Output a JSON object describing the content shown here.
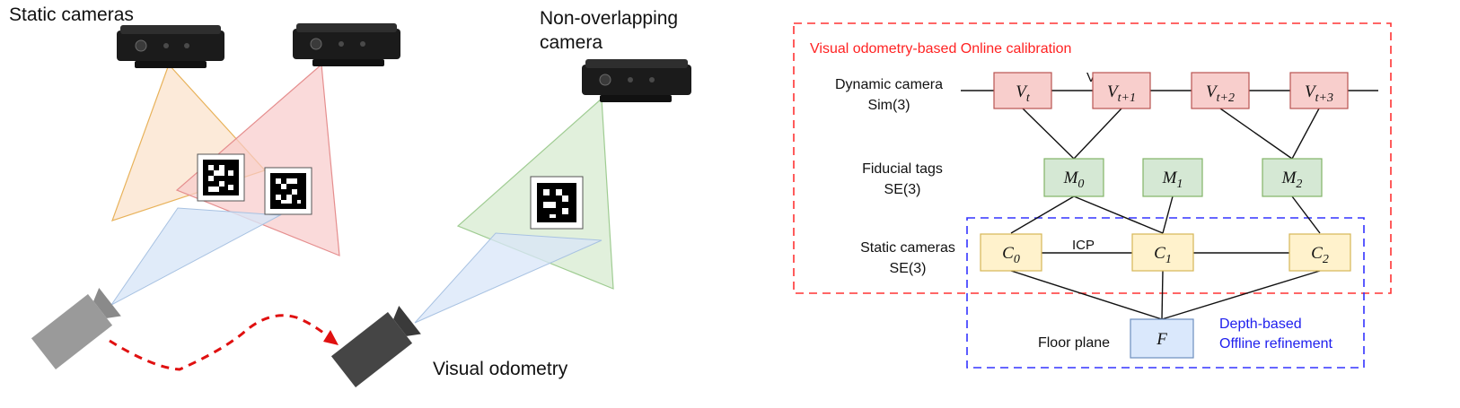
{
  "left_panel": {
    "static_cameras_label": "Static cameras",
    "non_overlapping_label_line1": "Non-overlapping",
    "non_overlapping_label_line2": "camera",
    "visual_odometry_label": "Visual odometry"
  },
  "graph": {
    "online_box_label": "Visual odometry-based Online calibration",
    "offline_box_label_line1": "Depth-based",
    "offline_box_label_line2": "Offline refinement",
    "rows": {
      "dynamic_line1": "Dynamic camera",
      "dynamic_line2": "Sim(3)",
      "tags_line1": "Fiducial tags",
      "tags_line2": "SE(3)",
      "static_line1": "Static cameras",
      "static_line2": "SE(3)",
      "floor": "Floor plane"
    },
    "edge_labels": {
      "vo": "VO",
      "icp": "ICP"
    },
    "nodes": {
      "v0": {
        "base": "V",
        "sub": "t"
      },
      "v1": {
        "base": "V",
        "sub": "t+1"
      },
      "v2": {
        "base": "V",
        "sub": "t+2"
      },
      "v3": {
        "base": "V",
        "sub": "t+3"
      },
      "m0": {
        "base": "M",
        "sub": "0"
      },
      "m1": {
        "base": "M",
        "sub": "1"
      },
      "m2": {
        "base": "M",
        "sub": "2"
      },
      "c0": {
        "base": "C",
        "sub": "0"
      },
      "c1": {
        "base": "C",
        "sub": "1"
      },
      "c2": {
        "base": "C",
        "sub": "2"
      },
      "f": {
        "base": "F",
        "sub": ""
      }
    },
    "colors": {
      "pose_fill": "#f8cecc",
      "pose_stroke": "#b85450",
      "tag_fill": "#d5e8d4",
      "tag_stroke": "#82b366",
      "camera_fill": "#fff2cc",
      "camera_stroke": "#d6b656",
      "floor_fill": "#dae8fc",
      "floor_stroke": "#6c8ebf",
      "online_box": "#ff3333",
      "offline_box": "#3333ff"
    }
  }
}
